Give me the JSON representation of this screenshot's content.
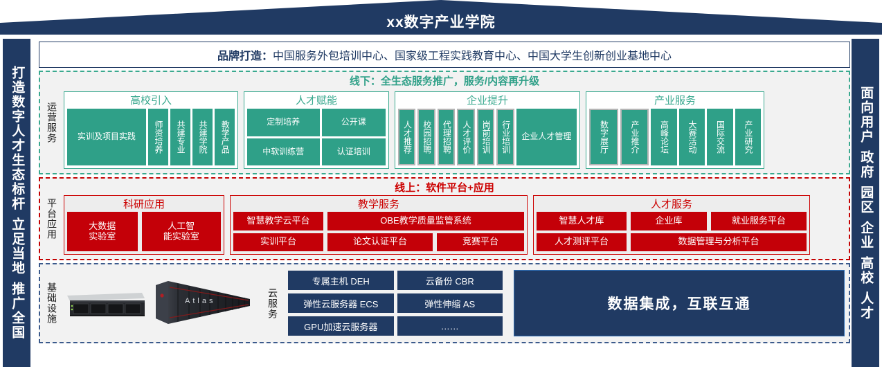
{
  "header": {
    "title": "xx数字产业学院"
  },
  "side_left": {
    "lines": [
      "打造数字人才生态标杆",
      "立足当地",
      "推广全国"
    ]
  },
  "side_right": {
    "lines": [
      "面向用户",
      "政府",
      "园区",
      "企业",
      "高校",
      "人才"
    ]
  },
  "brand": {
    "label": "品牌打造：",
    "text": "中国服务外包培训中心、国家级工程实践教育中心、中国大学生创新创业基地中心"
  },
  "offline": {
    "banner": "线下：全生态服务推广，服务/内容再升级",
    "side_label": "运营服务",
    "groups": [
      {
        "title": "高校引入",
        "tiles": [
          {
            "text": "实训及项目实践",
            "vertical": false,
            "outlined": false
          },
          {
            "text": "师资培养",
            "vertical": true,
            "outlined": false
          },
          {
            "text": "共建专业",
            "vertical": true,
            "outlined": false
          },
          {
            "text": "共建学院",
            "vertical": true,
            "outlined": false
          },
          {
            "text": "教学产品",
            "vertical": true,
            "outlined": false
          }
        ]
      },
      {
        "title": "人才赋能",
        "rows": [
          [
            "定制培养",
            "公开课"
          ],
          [
            "中软训练营",
            "认证培训"
          ]
        ]
      },
      {
        "title": "企业提升",
        "tiles": [
          {
            "text": "人才推荐",
            "vertical": true,
            "outlined": true
          },
          {
            "text": "校园招聘",
            "vertical": true,
            "outlined": true
          },
          {
            "text": "代理招聘",
            "vertical": true,
            "outlined": true
          },
          {
            "text": "人才评价",
            "vertical": true,
            "outlined": true
          },
          {
            "text": "岗前培训",
            "vertical": true,
            "outlined": true
          },
          {
            "text": "行业培训",
            "vertical": true,
            "outlined": true
          },
          {
            "text": "企业人才管理",
            "vertical": false,
            "outlined": false
          }
        ]
      },
      {
        "title": "产业服务",
        "tiles": [
          {
            "text": "数字展厅",
            "vertical": true,
            "outlined": true
          },
          {
            "text": "产业推介",
            "vertical": true,
            "outlined": true
          },
          {
            "text": "高峰论坛",
            "vertical": true,
            "outlined": false
          },
          {
            "text": "大赛活动",
            "vertical": true,
            "outlined": false
          },
          {
            "text": "国际交流",
            "vertical": true,
            "outlined": false
          },
          {
            "text": "产业研究",
            "vertical": true,
            "outlined": false
          }
        ]
      }
    ]
  },
  "online": {
    "banner": "线上：软件平台+应用",
    "side_label": "平台应用",
    "groups": [
      {
        "title": "科研应用",
        "rows": [
          [
            "大数据实验室",
            "人工智能实验室"
          ]
        ],
        "single_row_tall": true
      },
      {
        "title": "教学服务",
        "rows": [
          [
            "智慧教学云平台",
            "OBE教学质量监管系统"
          ],
          [
            "实训平台",
            "论文认证平台",
            "竞赛平台"
          ]
        ]
      },
      {
        "title": "人才服务",
        "rows": [
          [
            "智慧人才库",
            "企业库",
            "就业服务平台"
          ],
          [
            "人才测评平台",
            "数据管理与分析平台"
          ]
        ]
      }
    ]
  },
  "infrastructure": {
    "side_label": "基础设施",
    "cloud_label": "云服务",
    "cloud_services": [
      "专属主机 DEH",
      "云备份 CBR",
      "弹性云服务器 ECS",
      "弹性伸缩 AS",
      "GPU加速云服务器",
      "……"
    ],
    "data_banner": "数据集成，互联互通",
    "hardware": [
      "rack-server-image",
      "atlas-cabinet-image"
    ]
  },
  "colors": {
    "navy": "#203a63",
    "green": "#2fa088",
    "red": "#c40008",
    "red_border": "#cc0000",
    "gray_bg": "#f2f2f2"
  }
}
